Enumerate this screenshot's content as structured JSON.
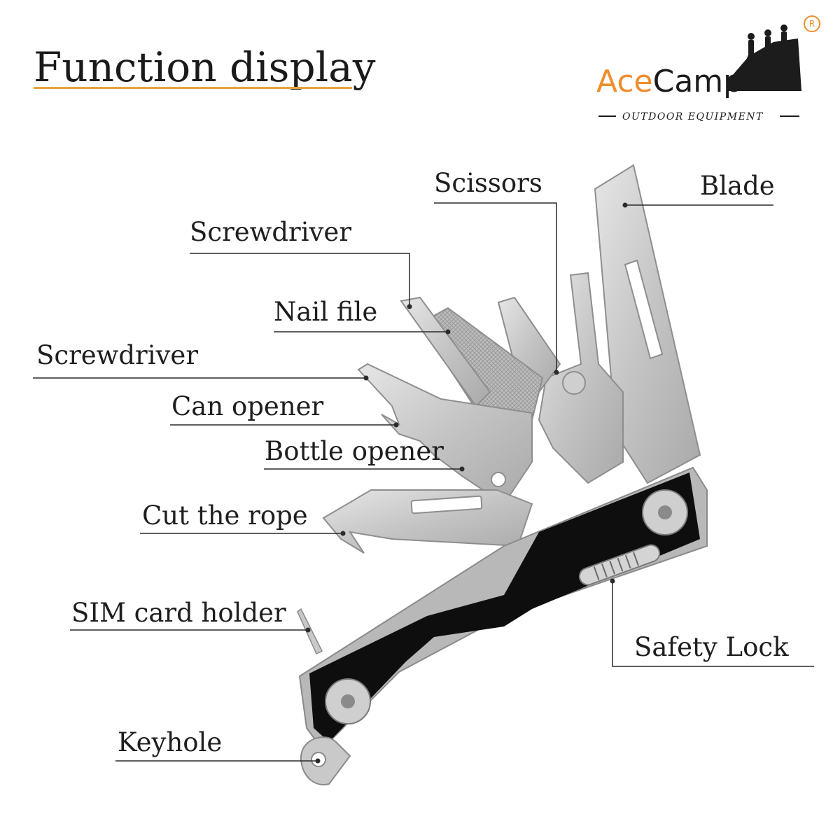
{
  "title": "Function display",
  "brand": {
    "name_part1": "Ace",
    "name_part2": "Camp",
    "tagline": "OUTDOOR EQUIPMENT",
    "registered_mark": "R",
    "accent_color": "#ef8d2d"
  },
  "labels": {
    "scissors": "Scissors",
    "blade": "Blade",
    "screwdriver_top": "Screwdriver",
    "nail_file": "Nail file",
    "screwdriver_mid": "Screwdriver",
    "can_opener": "Can opener",
    "bottle_opener": "Bottle opener",
    "cut_the_rope": "Cut the rope",
    "sim_card_holder": "SIM card holder",
    "safety_lock": "Safety Lock",
    "keyhole": "Keyhole"
  },
  "colors": {
    "steel": "#c9c9c9",
    "handle": "#0e0e0e",
    "title_underline": "#e8a23a"
  }
}
